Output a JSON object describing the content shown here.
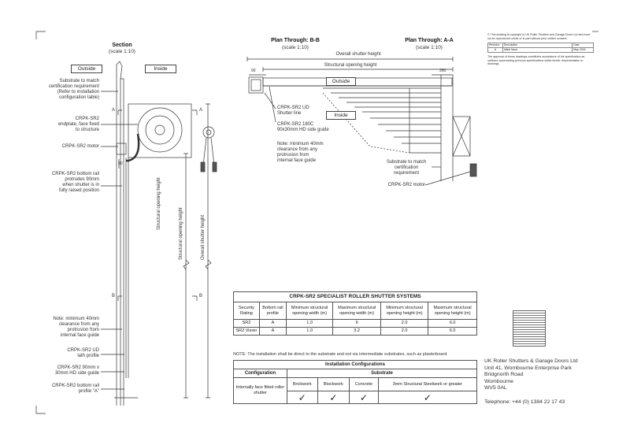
{
  "section": {
    "title": "Section",
    "scale": "(scale 1:10)",
    "outside": "Outside",
    "inside": "Inside",
    "marker_a": "A",
    "marker_b": "B",
    "dim_structural": "Structural opening height",
    "dim_overall": "Overall shutter height",
    "dim_rail": "90",
    "labels": {
      "substrate": "Substrate to match\ncertification requirement\n(Refer to installation\nconfiguration table)",
      "endplate": "CRPK-SR2\nendplate, face fixed\nto structure",
      "motor": "CRPK-SR2 motor",
      "bottom_rail": "CRPK-SR2 bottom rail\nprotrudes 90mm\nwhen shutter is in\nfully raised position",
      "note": "Note: minimum 40mm\nclearance from any\nprotrusion from\ninternal face guide",
      "lath": "CRPK-SR2 UD\nlath profile",
      "side_guide": "CRPK-SR2 90mm x\n30mm HD side guide",
      "bottom_rail_a": "CRPK-SR2 bottom rail\nprofile \"A\""
    }
  },
  "plan_bb": {
    "title": "Plan Through: B-B",
    "scale": "(scale 1:10)",
    "dim_overall": "Overall shutter height",
    "dim_structural": "Structural opening height",
    "dim_left": "90",
    "dim_right": "260",
    "outside": "Outside",
    "inside": "Inside",
    "labels": {
      "lath": "CRPK-SR2 UD\nShutter line",
      "guide": "CRPK-SR2 180C\n90x30mm HD side guide",
      "note": "Note: minimum 40mm\nclearance from any\nprotrusion from\ninternal face guide",
      "substrate": "Substrate to match\ncertification\nrequirement",
      "motor": "CRPK-SR2 motor"
    }
  },
  "plan_aa": {
    "title": "Plan Through: A-A",
    "scale": "(scale 1:10)"
  },
  "copyright": {
    "text": "©   This drawing is copyright of UK Roller Shutters and Garage Doors Ltd and must not be reproduced whole or in part without prior written consent.",
    "headers": [
      "Revision",
      "Description",
      "Date"
    ],
    "row": [
      "A",
      "Initial Issue",
      "May 2016"
    ],
    "approval": "The approval of these drawings constitutes acceptance of the specification as outlined, superseding previous specifications within tender documentation or drawings."
  },
  "spec_table": {
    "title": "CRPK-SR2 SPECIALIST ROLLER SHUTTER SYSTEMS",
    "headers": [
      "Security Rating",
      "Bottom rail profile",
      "Minimum structural opening width (m)",
      "Maximum structural opening width (m)",
      "Minimum structural opening height (m)",
      "Maximum structural opening height (m)"
    ],
    "rows": [
      [
        "SR2",
        "A",
        "1.0",
        "6",
        "2.0",
        "6.0"
      ],
      [
        "SR2 Vissio",
        "A",
        "1.0",
        "3.2",
        "2.0",
        "6.0"
      ]
    ]
  },
  "note": "NOTE:  The installation shall be direct to the substrate and not via intermediate substrates, such as plasterboard",
  "install_table": {
    "title": "Installation Configurations",
    "config_header": "Configuration",
    "substrate_header": "Substrate",
    "row_label": "Internally face fitted roller shutter",
    "columns": [
      "Brickwork",
      "Blockwork",
      "Concrete",
      "3mm Structural Steelwork or greater"
    ],
    "check": "✓"
  },
  "company": {
    "name": "UK Roller Shutters & Garage Doors Ltd",
    "address1": "Unit 41, Wombourne Enterprise Park",
    "address2": "Bridgnorth Road",
    "address3": "Wombourne",
    "postcode": "WV5 0AL",
    "telephone": "Telephone: +44 (0) 1384 22 17 43"
  }
}
